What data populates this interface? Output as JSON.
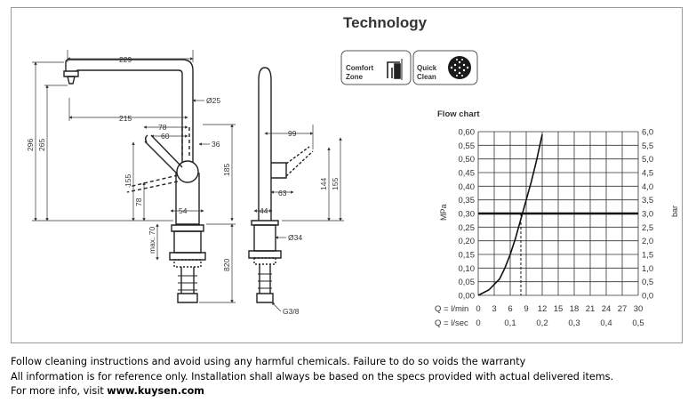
{
  "heading": "Technology",
  "badges": {
    "comfort_line1": "Comfort",
    "comfort_line2": "Zone",
    "quick_line1": "Quick",
    "quick_line2": "Clean"
  },
  "icons": [
    "comfort-zone-icon",
    "quick-clean-icon"
  ],
  "front_view": {
    "dims": {
      "d229": "229",
      "d215": "215",
      "d78": "78",
      "d60": "60",
      "d25": "Ø25",
      "d36": "36",
      "d296": "296",
      "d265": "265",
      "d155": "155",
      "d78v": "78",
      "d185": "185",
      "d54": "54",
      "dmax70": "max. 70",
      "d820": "820"
    }
  },
  "side_view": {
    "dims": {
      "d99": "99",
      "d63": "63",
      "d44": "44",
      "d144": "144",
      "d155": "155",
      "d34": "Ø34",
      "dg38": "G3/8"
    }
  },
  "chart_data": {
    "type": "line",
    "title": "Flow chart",
    "ylabel_left": "MPa",
    "ylabel_right": "bar",
    "yticks_mpa": [
      "0,00",
      "0,05",
      "0,10",
      "0,15",
      "0,20",
      "0,25",
      "0,30",
      "0,35",
      "0,40",
      "0,45",
      "0,50",
      "0,55",
      "0,60"
    ],
    "yticks_bar": [
      "0,0",
      "0,5",
      "1,0",
      "1,5",
      "2,0",
      "2,5",
      "3,0",
      "3,5",
      "4,0",
      "4,5",
      "5,0",
      "5,5",
      "6,0"
    ],
    "ylim": [
      0,
      0.6
    ],
    "xlim": [
      0,
      30
    ],
    "x_row1_label": "Q = l/min",
    "x_row1_ticks": [
      "0",
      "3",
      "6",
      "9",
      "12",
      "15",
      "18",
      "21",
      "24",
      "27",
      "30"
    ],
    "x_row2_label": "Q = l/sec",
    "x_row2_ticks": [
      "0",
      "0,1",
      "0,2",
      "0,3",
      "0,4",
      "0,5"
    ],
    "reference_pressure_mpa": 0.3,
    "reference_flow_lmin": 8,
    "series": [
      {
        "x": [
          0,
          2,
          4,
          5,
          6,
          7,
          8,
          9,
          10,
          11,
          12
        ],
        "y": [
          0.0,
          0.02,
          0.06,
          0.1,
          0.15,
          0.21,
          0.28,
          0.35,
          0.42,
          0.5,
          0.59
        ]
      }
    ]
  },
  "footer": {
    "line1": "Follow cleaning instructions and avoid using any harmful chemicals. Failure to do so voids the warranty",
    "line2": "All information is for reference only. Installation shall always be based on the specs provided with actual delivered items.",
    "line3_prefix": "For more info, visit ",
    "line3_link": "www.kuysen.com"
  }
}
